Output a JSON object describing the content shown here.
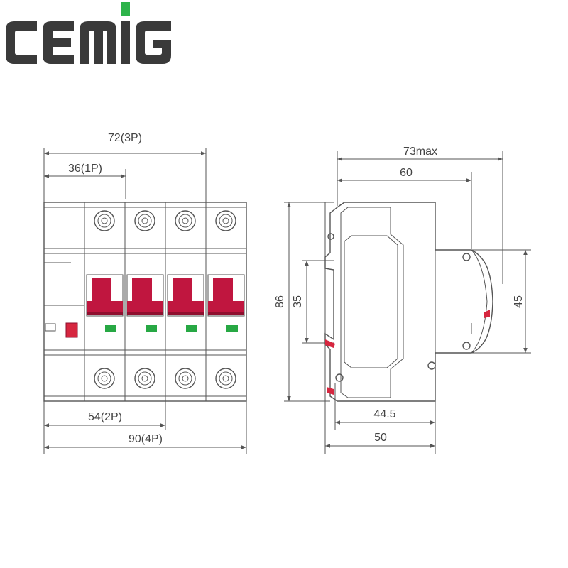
{
  "brand": {
    "name": "Cemig",
    "letters": [
      "C",
      "E",
      "M",
      "I",
      "G"
    ],
    "color_dark": "#3a3a3a",
    "color_accent": "#2db34a"
  },
  "colors": {
    "handle": "#c0163f",
    "handle_shadow": "#8e0f2e",
    "indicator": "#27a844",
    "line": "#555555",
    "red_detail": "#d6263f"
  },
  "front_view": {
    "dimensions": {
      "width_3p": "72(3P)",
      "width_1p": "36(1P)",
      "width_2p": "54(2P)",
      "width_4p": "90(4P)"
    },
    "poles": 4
  },
  "side_view": {
    "dimensions": {
      "depth_max": "73max",
      "depth": "60",
      "height_total": "86",
      "rail_height": "35",
      "front_height": "45",
      "depth_inner": "44.5",
      "depth_base": "50"
    }
  }
}
